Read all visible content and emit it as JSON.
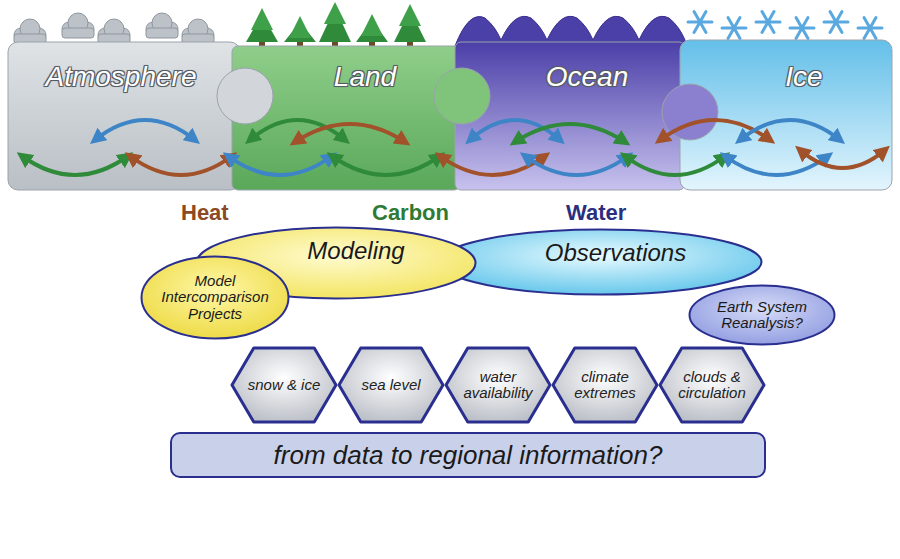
{
  "diagram": {
    "nodes": [
      {
        "text": [
          "Atmosphere"
        ]
      },
      {
        "text": [
          "Land"
        ]
      },
      {
        "text": [
          "Ocean"
        ]
      },
      {
        "text": [
          "Ice"
        ]
      },
      {
        "text": [
          "Modeling"
        ]
      },
      {
        "text": [
          "Model Intercomparison Projects"
        ]
      },
      {
        "text": [
          "Observations"
        ]
      },
      {
        "text": [
          "Earth System Reanalysis?"
        ]
      },
      {
        "text": [
          "snow & ice"
        ]
      },
      {
        "text": [
          "sea level"
        ]
      },
      {
        "text": [
          "water availability"
        ]
      },
      {
        "text": [
          "climate extremes"
        ]
      },
      {
        "text": [
          "clouds & circulation"
        ]
      },
      {
        "text": [
          "from data to regional information?"
        ]
      }
    ],
    "labels": [
      "Heat",
      "Carbon",
      "Water"
    ]
  }
}
